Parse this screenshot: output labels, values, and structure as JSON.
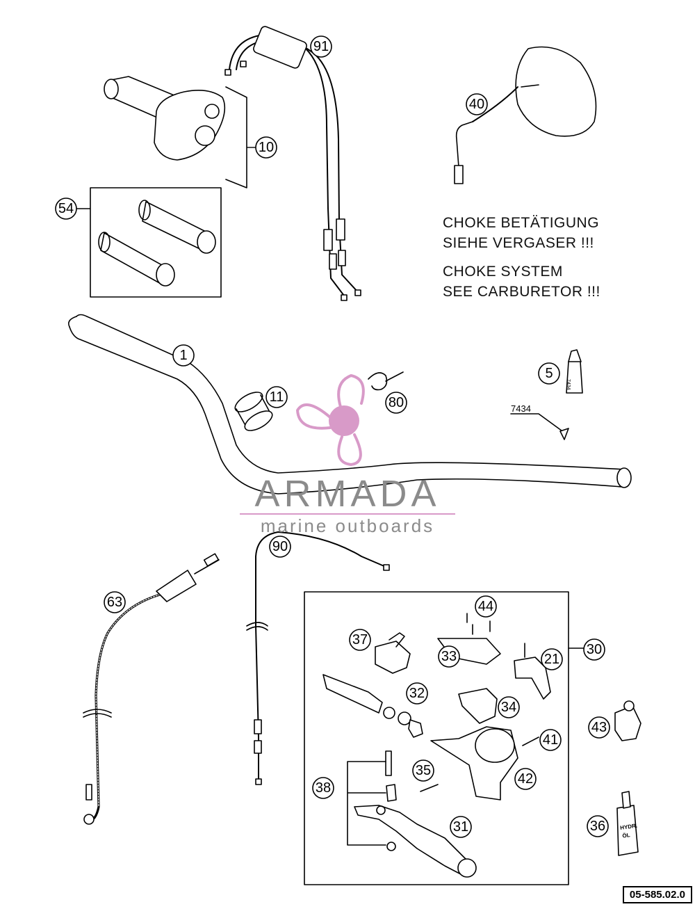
{
  "callouts": {
    "c91": "91",
    "c10": "10",
    "c54": "54",
    "c40": "40",
    "c1": "1",
    "c11": "11",
    "c80": "80",
    "c5": "5",
    "c90": "90",
    "c63": "63",
    "c44": "44",
    "c37": "37",
    "c33": "33",
    "c21": "21",
    "c30": "30",
    "c32": "32",
    "c34": "34",
    "c43": "43",
    "c41": "41",
    "c42": "42",
    "c35": "35",
    "c38": "38",
    "c31": "31",
    "c36": "36"
  },
  "small_labels": {
    "part_7434": "7434",
    "vial_5": "7434",
    "oil_line1": "HYDR.",
    "oil_line2": "ÖL"
  },
  "notes": {
    "de_line1": "CHOKE BETÄTIGUNG",
    "de_line2": "SIEHE VERGASER !!!",
    "en_line1": "CHOKE SYSTEM",
    "en_line2": "SEE CARBURETOR !!!"
  },
  "watermark": {
    "name": "ARMADA",
    "tagline": "marine outboards",
    "accent_color": "#d89ac8"
  },
  "diagram_code": "05-585.02.0"
}
